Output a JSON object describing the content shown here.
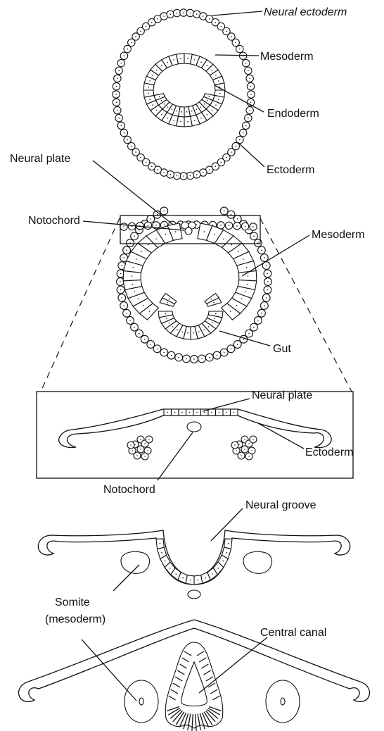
{
  "labels": {
    "neural_ectoderm": "Neural ectoderm",
    "mesoderm_top": "Mesoderm",
    "endoderm": "Endoderm",
    "ectoderm_top": "Ectoderm",
    "neural_plate_1": "Neural plate",
    "notochord_1": "Notochord",
    "mesoderm_2": "Mesoderm",
    "gut": "Gut",
    "neural_plate_2": "Neural plate",
    "ectoderm_3": "Ectoderm",
    "notochord_3": "Notochord",
    "neural_groove": "Neural groove",
    "somite_line1": "Somite",
    "somite_line2": "(mesoderm)",
    "central_canal": "Central canal"
  }
}
